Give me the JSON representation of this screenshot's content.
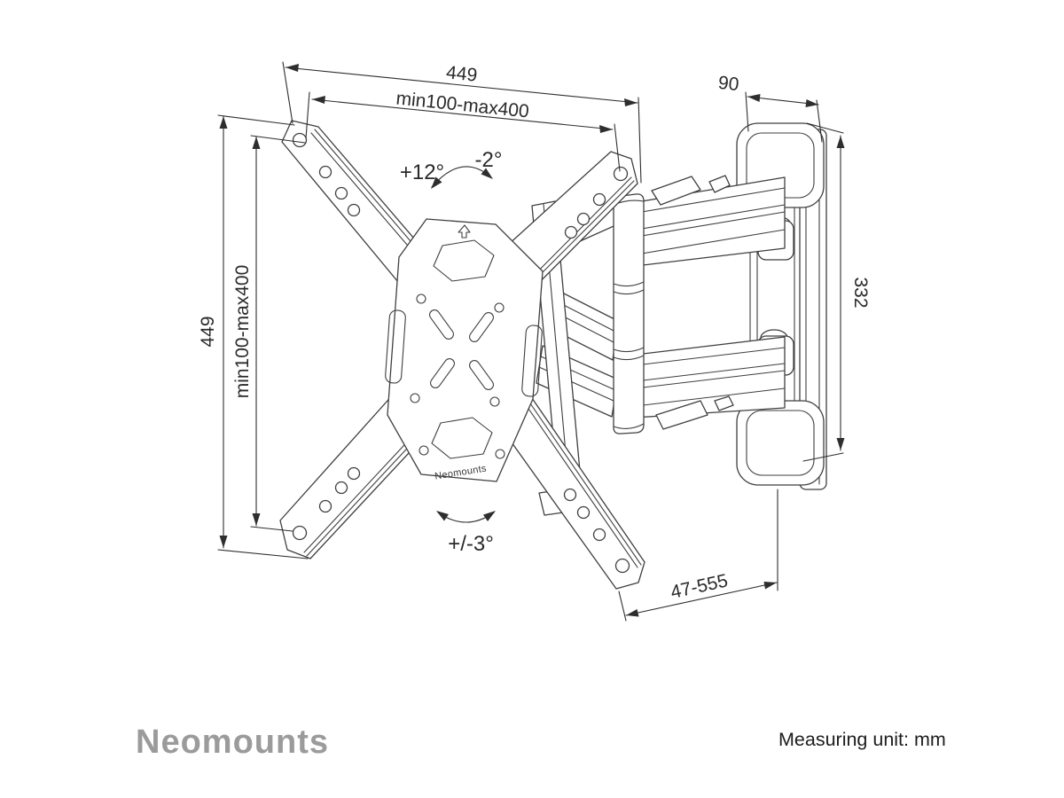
{
  "page": {
    "background": "#ffffff"
  },
  "drawing": {
    "subject": "full-motion TV wall mount technical drawing",
    "colors": {
      "line": "#3f3f3f",
      "dimension": "#2e2e2e",
      "logo_gray": "#9b9b9b"
    },
    "plate_label": "Neomounts",
    "dimensions": {
      "top_overall": "449",
      "top_vesa_range": "min100-max400",
      "left_overall": "449",
      "left_vesa_range": "min100-max400",
      "wall_bracket_width": "90",
      "wall_bracket_height": "332",
      "arm_extension_range": "47-555"
    },
    "angles": {
      "tilt_up": "+12°",
      "tilt_down": "-2°",
      "swivel_level": "+/-3°"
    },
    "footer": {
      "brand_logo": "Neomounts",
      "measuring_unit": "Measuring unit: mm"
    }
  }
}
